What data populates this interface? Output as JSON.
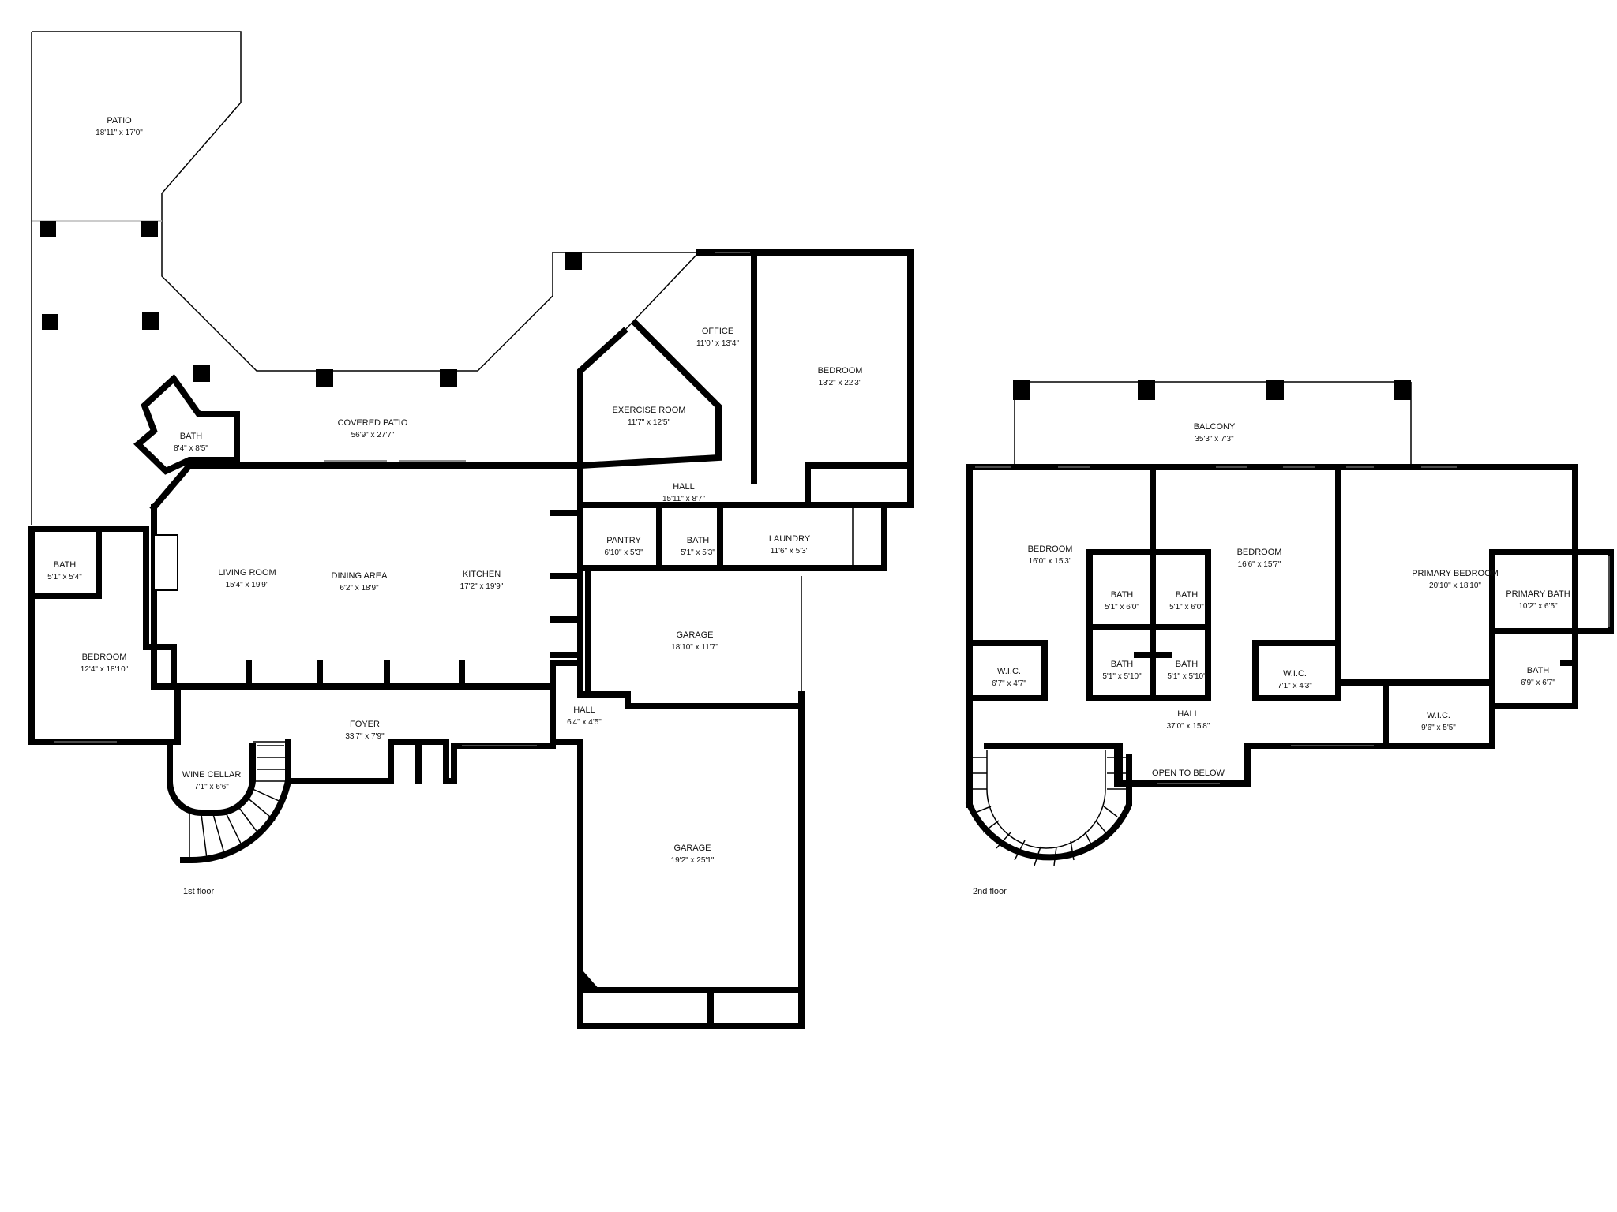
{
  "floors": [
    {
      "label": "1st floor",
      "rooms": {
        "patio": {
          "name": "PATIO",
          "dims": "18'11\" x 17'0\""
        },
        "covered_patio": {
          "name": "COVERED PATIO",
          "dims": "56'9\" x 27'7\""
        },
        "bath_patio": {
          "name": "BATH",
          "dims": "8'4\" x 8'5\""
        },
        "office": {
          "name": "OFFICE",
          "dims": "11'0\" x 13'4\""
        },
        "bedroom_east": {
          "name": "BEDROOM",
          "dims": "13'2\" x 22'3\""
        },
        "exercise": {
          "name": "EXERCISE ROOM",
          "dims": "11'7\" x 12'5\""
        },
        "hall_north": {
          "name": "HALL",
          "dims": "15'11\" x 8'7\""
        },
        "pantry": {
          "name": "PANTRY",
          "dims": "6'10\" x 5'3\""
        },
        "bath_pantry": {
          "name": "BATH",
          "dims": "5'1\" x 5'3\""
        },
        "laundry": {
          "name": "LAUNDRY",
          "dims": "11'6\" x 5'3\""
        },
        "bath_west": {
          "name": "BATH",
          "dims": "5'1\" x 5'4\""
        },
        "living": {
          "name": "LIVING ROOM",
          "dims": "15'4\" x 19'9\""
        },
        "dining": {
          "name": "DINING AREA",
          "dims": "6'2\" x 18'9\""
        },
        "kitchen": {
          "name": "KITCHEN",
          "dims": "17'2\" x 19'9\""
        },
        "bedroom_west": {
          "name": "BEDROOM",
          "dims": "12'4\" x 18'10\""
        },
        "garage_small": {
          "name": "GARAGE",
          "dims": "18'10\" x 11'7\""
        },
        "foyer": {
          "name": "FOYER",
          "dims": "33'7\" x 7'9\""
        },
        "hall_small": {
          "name": "HALL",
          "dims": "6'4\" x 4'5\""
        },
        "wine": {
          "name": "WINE CELLAR",
          "dims": "7'1\" x 6'6\""
        },
        "garage_large": {
          "name": "GARAGE",
          "dims": "19'2\" x 25'1\""
        }
      }
    },
    {
      "label": "2nd floor",
      "rooms": {
        "balcony": {
          "name": "BALCONY",
          "dims": "35'3\" x 7'3\""
        },
        "bedroom_a": {
          "name": "BEDROOM",
          "dims": "16'0\" x 15'3\""
        },
        "bedroom_b": {
          "name": "BEDROOM",
          "dims": "16'6\" x 15'7\""
        },
        "primary_bedroom": {
          "name": "PRIMARY BEDROOM",
          "dims": "20'10\" x 18'10\""
        },
        "primary_bath": {
          "name": "PRIMARY BATH",
          "dims": "10'2\" x 6'5\""
        },
        "bath_1": {
          "name": "BATH",
          "dims": "5'1\" x 6'0\""
        },
        "bath_2": {
          "name": "BATH",
          "dims": "5'1\" x 6'0\""
        },
        "bath_3": {
          "name": "BATH",
          "dims": "5'1\" x 5'10\""
        },
        "bath_4": {
          "name": "BATH",
          "dims": "5'1\" x 5'10\""
        },
        "bath_5": {
          "name": "BATH",
          "dims": "6'9\" x 6'7\""
        },
        "wic_a": {
          "name": "W.I.C.",
          "dims": "6'7\" x 4'7\""
        },
        "wic_b": {
          "name": "W.I.C.",
          "dims": "7'1\" x 4'3\""
        },
        "wic_c": {
          "name": "W.I.C.",
          "dims": "9'6\" x 5'5\""
        },
        "hall": {
          "name": "HALL",
          "dims": "37'0\" x 15'8\""
        },
        "open_below": {
          "name": "OPEN TO BELOW"
        }
      }
    }
  ]
}
